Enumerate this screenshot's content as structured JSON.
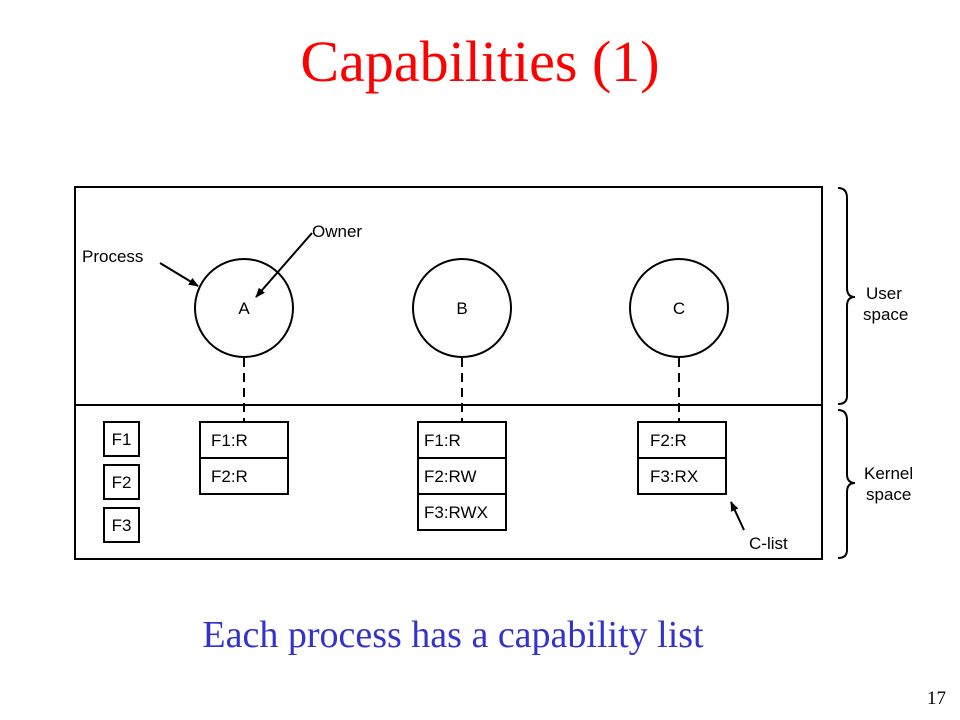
{
  "slide": {
    "title": "Capabilities (1)",
    "subtitle": "Each process has a capability list",
    "page_number": "17"
  },
  "colors": {
    "title": "#ff0000",
    "subtitle": "#3333cc",
    "lines": "#000000"
  },
  "diagram": {
    "labels": {
      "process": "Process",
      "owner": "Owner",
      "user_space": [
        "User",
        "space"
      ],
      "kernel_space": [
        "Kernel",
        "space"
      ],
      "c_list": "C-list"
    },
    "processes": [
      {
        "name": "A",
        "capabilities": [
          "F1:R",
          "F2:R"
        ]
      },
      {
        "name": "B",
        "capabilities": [
          "F1:R",
          "F2:RW",
          "F3:RWX"
        ]
      },
      {
        "name": "C",
        "capabilities": [
          "F2:R",
          "F3:RX"
        ]
      }
    ],
    "files": [
      "F1",
      "F2",
      "F3"
    ]
  }
}
